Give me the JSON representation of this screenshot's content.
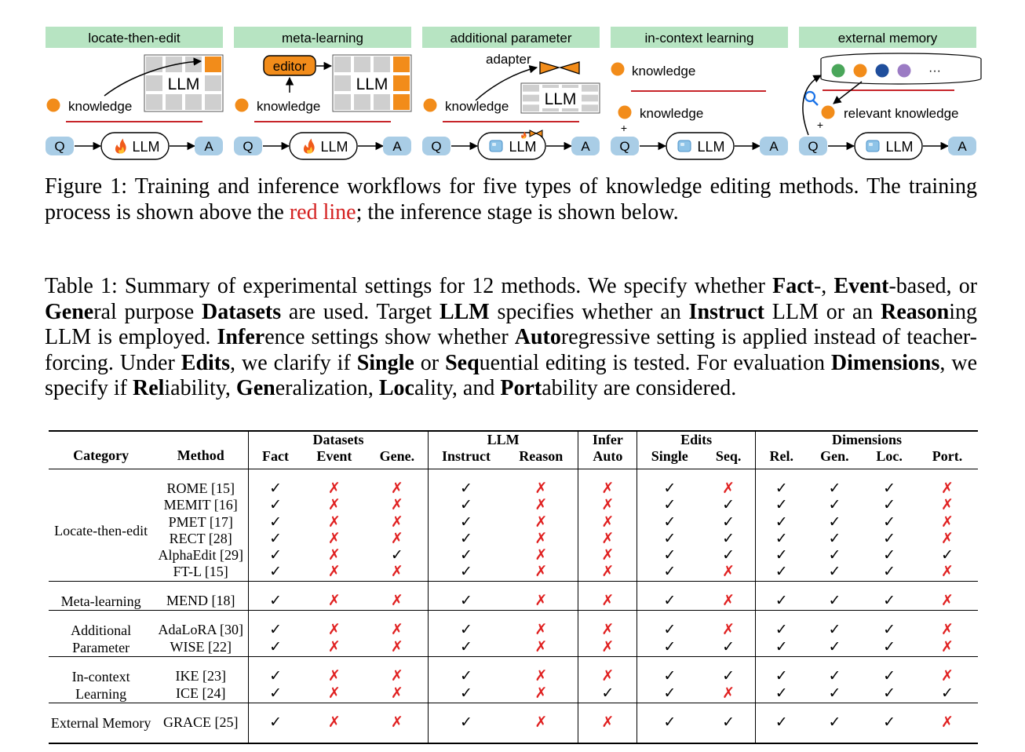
{
  "figure": {
    "panels": [
      {
        "label": "locate-then-edit"
      },
      {
        "label": "meta-learning"
      },
      {
        "label": "additional parameter"
      },
      {
        "label": "in-context learning"
      },
      {
        "label": "external memory"
      }
    ],
    "words": {
      "llm": "LLM",
      "knowledge": "knowledge",
      "relevant_knowledge": "relevant knowledge",
      "editor": "editor",
      "adapter": "adapter",
      "q": "Q",
      "a": "A",
      "plus": "+",
      "ellipsis": "···"
    },
    "colors": {
      "panel_header": "#b7e4c2",
      "node_blue": "#a9cde6",
      "orange": "#f28c1a",
      "red_line": "#c7252a",
      "grid_gray": "#cfcfcf"
    }
  },
  "figure_caption": {
    "prefix": "Figure 1: Training and inference workflows for five types of knowledge editing methods. The training process is shown above the ",
    "highlight": "red line",
    "suffix": "; the inference stage is shown below."
  },
  "table_caption": {
    "t1": "Table 1: Summary of experimental settings for 12 methods. We specify whether ",
    "b1": "Fact",
    "t2": "-, ",
    "b2": "Event",
    "t3": "-based, or ",
    "b3": "Gene",
    "t4": "ral purpose ",
    "b4": "Datasets",
    "t5": " are used.  Target ",
    "b5": "LLM",
    "t6": " specifies whether an ",
    "b6": "Instruct",
    "t7": " LLM or an ",
    "b7": "Reason",
    "t8": "ing LLM is employed. ",
    "b8": "Infer",
    "t9": "ence settings show whether ",
    "b9": "Auto",
    "t10": "regressive setting is applied instead of teacher-forcing. Under ",
    "b10": "Edits",
    "t11": ", we clarify if ",
    "b11": "Single",
    "t12": " or ",
    "b12": "Seq",
    "t13": "uential editing is tested. For evaluation ",
    "b13": "Dimensions",
    "t14": ", we specify if ",
    "b14": "Rel",
    "t15": "iability, ",
    "b15": "Gen",
    "t16": "eralization, ",
    "b16": "Loc",
    "t17": "ality, and ",
    "b17": "Port",
    "t18": "ability are considered."
  },
  "table": {
    "group_headers": [
      "Datasets",
      "LLM",
      "Infer",
      "Edits",
      "Dimensions"
    ],
    "headers": {
      "category": "Category",
      "method": "Method",
      "fact": "Fact",
      "event": "Event",
      "gene": "Gene.",
      "instruct": "Instruct",
      "reason": "Reason",
      "auto": "Auto",
      "single": "Single",
      "seq": "Seq.",
      "rel": "Rel.",
      "gen": "Gen.",
      "loc": "Loc.",
      "port": "Port."
    },
    "symbols": {
      "yes": "✓",
      "no": "✗"
    },
    "groups": [
      {
        "category": "Locate-then-edit",
        "rows": [
          {
            "method": "ROME [15]",
            "v": [
              1,
              0,
              0,
              1,
              0,
              0,
              1,
              0,
              1,
              1,
              1,
              0
            ]
          },
          {
            "method": "MEMIT [16]",
            "v": [
              1,
              0,
              0,
              1,
              0,
              0,
              1,
              1,
              1,
              1,
              1,
              0
            ]
          },
          {
            "method": "PMET [17]",
            "v": [
              1,
              0,
              0,
              1,
              0,
              0,
              1,
              1,
              1,
              1,
              1,
              0
            ]
          },
          {
            "method": "RECT [28]",
            "v": [
              1,
              0,
              0,
              1,
              0,
              0,
              1,
              1,
              1,
              1,
              1,
              0
            ]
          },
          {
            "method": "AlphaEdit [29]",
            "v": [
              1,
              0,
              1,
              1,
              0,
              0,
              1,
              1,
              1,
              1,
              1,
              1
            ]
          },
          {
            "method": "FT-L [15]",
            "v": [
              1,
              0,
              0,
              1,
              0,
              0,
              1,
              0,
              1,
              1,
              1,
              0
            ]
          }
        ]
      },
      {
        "category": "Meta-learning",
        "rows": [
          {
            "method": "MEND [18]",
            "v": [
              1,
              0,
              0,
              1,
              0,
              0,
              1,
              0,
              1,
              1,
              1,
              0
            ]
          }
        ]
      },
      {
        "category": "Additional Parameter",
        "category_lines": [
          "Additional",
          "Parameter"
        ],
        "rows": [
          {
            "method": "AdaLoRA [30]",
            "v": [
              1,
              0,
              0,
              1,
              0,
              0,
              1,
              0,
              1,
              1,
              1,
              0
            ]
          },
          {
            "method": "WISE [22]",
            "v": [
              1,
              0,
              0,
              1,
              0,
              0,
              1,
              1,
              1,
              1,
              1,
              0
            ]
          }
        ]
      },
      {
        "category": "In-context Learning",
        "category_lines": [
          "In-context",
          "Learning"
        ],
        "rows": [
          {
            "method": "IKE [23]",
            "v": [
              1,
              0,
              0,
              1,
              0,
              0,
              1,
              1,
              1,
              1,
              1,
              0
            ]
          },
          {
            "method": "ICE [24]",
            "v": [
              1,
              0,
              0,
              1,
              0,
              1,
              1,
              0,
              1,
              1,
              1,
              1
            ]
          }
        ]
      },
      {
        "category": "External Memory",
        "rows": [
          {
            "method": "GRACE [25]",
            "v": [
              1,
              0,
              0,
              1,
              0,
              0,
              1,
              1,
              1,
              1,
              1,
              0
            ]
          }
        ]
      }
    ]
  }
}
